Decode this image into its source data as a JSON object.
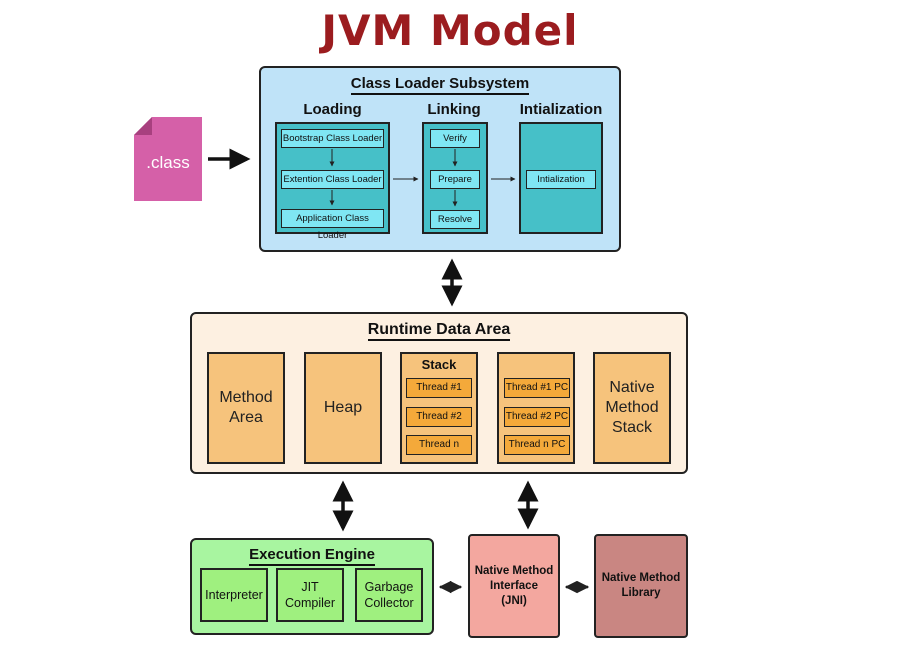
{
  "title": "JVM Model",
  "class_file": {
    "label": ".class"
  },
  "class_loader": {
    "title": "Class Loader Subsystem",
    "loading": {
      "label": "Loading",
      "items": [
        "Bootstrap Class Loader",
        "Extention Class Loader",
        "Application Class Loader"
      ]
    },
    "linking": {
      "label": "Linking",
      "items": [
        "Verify",
        "Prepare",
        "Resolve"
      ]
    },
    "initialization": {
      "label": "Intialization",
      "items": [
        "Intialization"
      ]
    }
  },
  "runtime": {
    "title": "Runtime Data Area",
    "method_area": "Method\nArea",
    "heap": "Heap",
    "stack": {
      "label": "Stack",
      "threads": [
        "Thread #1",
        "Thread #2",
        "Thread n"
      ]
    },
    "pc": {
      "threads": [
        "Thread #1 PC",
        "Thread #2 PC",
        "Thread n PC"
      ]
    },
    "native_stack": "Native\nMethod\nStack"
  },
  "execution": {
    "title": "Execution Engine",
    "interpreter": "Interpreter",
    "jit": "JIT\nCompiler",
    "gc": "Garbage\nCollector"
  },
  "jni": {
    "label": "Native Method\nInterface\n(JNI)"
  },
  "native_lib": {
    "label": "Native Method\nLibrary"
  },
  "colors": {
    "title": "#9b1c1f",
    "class_file": "#d560a8",
    "class_loader_bg": "#bfe3f8",
    "stage_bg": "#46c0c8",
    "mini_bg": "#7fe6f3",
    "runtime_bg": "#fdf0e1",
    "runtime_box": "#f6c37c",
    "thread": "#f4a93a",
    "execution_bg": "#a8f5a0",
    "jni_bg": "#f3a79f",
    "native_lib_bg": "#c98682"
  }
}
